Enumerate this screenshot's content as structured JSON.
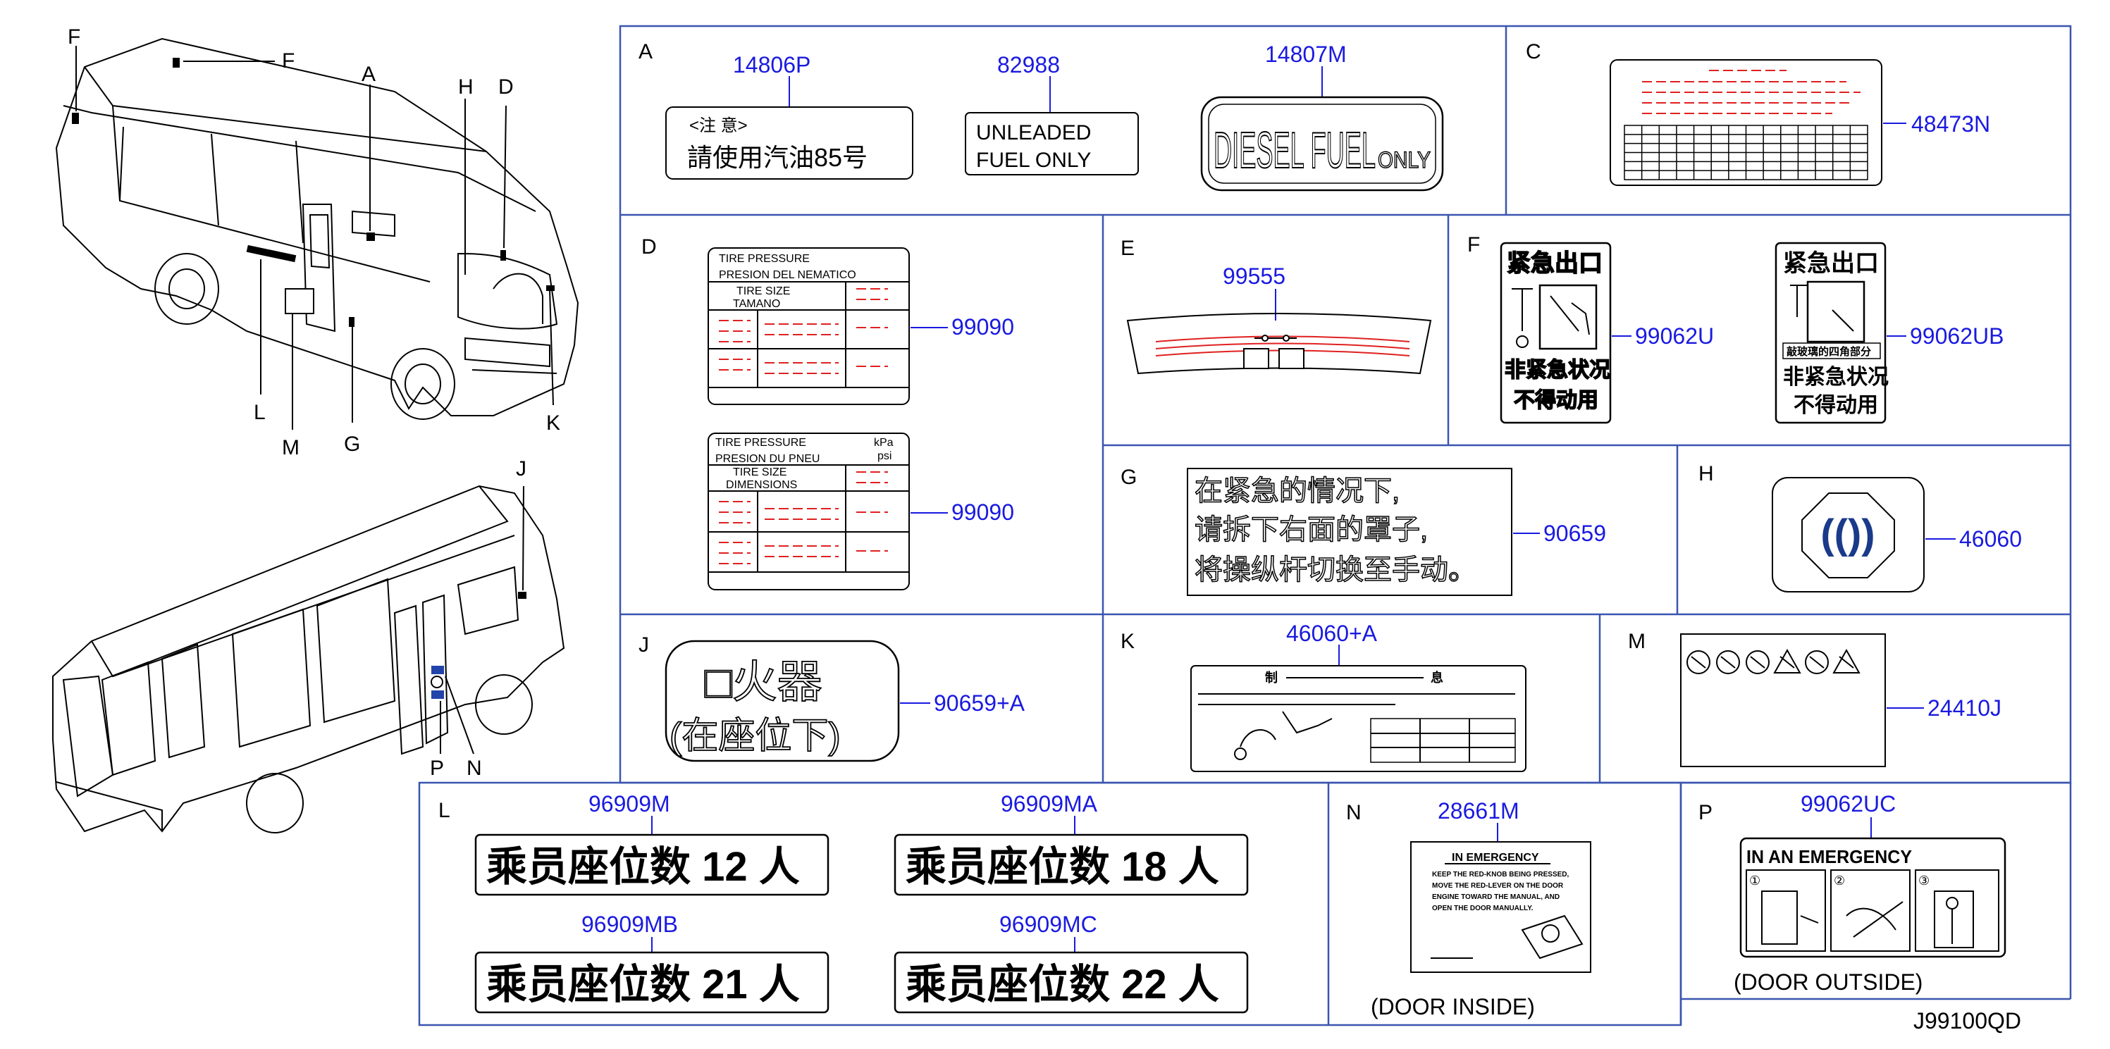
{
  "diagram_code": "J99100QD",
  "vehicle_callouts": [
    "F",
    "F",
    "A",
    "H",
    "D",
    "L",
    "M",
    "G",
    "K",
    "J",
    "P",
    "N"
  ],
  "panels": {
    "A": {
      "letter": "A",
      "parts": [
        "14806P",
        "82988",
        "14807M"
      ],
      "label_14806P": {
        "line1": "<注 意>",
        "line2": "請使用汽油85号"
      },
      "label_82988": {
        "line1": "UNLEADED",
        "line2": "FUEL   ONLY"
      },
      "label_14807M": {
        "main": "DIESEL FUEL",
        "small": "ONLY"
      }
    },
    "C": {
      "letter": "C",
      "part": "48473N"
    },
    "D": {
      "letter": "D",
      "part1": "99090",
      "part2": "99090",
      "label1": {
        "l1": "TIRE   PRESSURE",
        "l2": "PRESION   DEL   NEMATICO",
        "l3": "TIRE    SIZE",
        "l4": "TAMANO"
      },
      "label2": {
        "l1": "TIRE    PRESSURE",
        "kpa": "kPa",
        "l2": "PRESION     DU     PNEU",
        "psi": "psi",
        "l3": "TIRE    SIZE",
        "l4": "DIMENSIONS"
      }
    },
    "E": {
      "letter": "E",
      "part": "99555"
    },
    "F": {
      "letter": "F",
      "part1": "99062U",
      "part2": "99062UB",
      "label1": {
        "top": "紧急出口",
        "b1": "非紧急状况",
        "b2": "不得动用"
      },
      "label2": {
        "top": "紧急出口",
        "mid": "敲玻璃的四角部分",
        "b1": "非紧急状况",
        "b2": "不得动用"
      }
    },
    "G": {
      "letter": "G",
      "part": "90659",
      "lines": [
        "在紧急的情况下,",
        "请拆下右面的罩子,",
        "将操纵杆切换至手动。"
      ]
    },
    "H": {
      "letter": "H",
      "part": "46060",
      "symbol": "(())"
    },
    "J": {
      "letter": "J",
      "part": "90659+A",
      "l1": "□火器",
      "l2": "(在座位下)"
    },
    "K": {
      "letter": "K",
      "part": "46060+A",
      "t1": "制",
      "t2": "息"
    },
    "M": {
      "letter": "M",
      "part": "24410J"
    },
    "L": {
      "letter": "L",
      "labels": [
        {
          "part": "96909M",
          "text": "乘员座位数 12 人"
        },
        {
          "part": "96909MA",
          "text": "乘员座位数 18 人"
        },
        {
          "part": "96909MB",
          "text": "乘员座位数 21 人"
        },
        {
          "part": "96909MC",
          "text": "乘员座位数 22 人"
        }
      ]
    },
    "N": {
      "letter": "N",
      "part": "28661M",
      "title": "IN  EMERGENCY",
      "lines": [
        "KEEP THE RED-KNOB BEING PRESSED,",
        "MOVE THE RED-LEVER ON THE DOOR",
        "ENGINE TOWARD THE MANUAL, AND",
        "OPEN THE DOOR MANUALLY."
      ],
      "caption": "(DOOR   INSIDE)"
    },
    "P": {
      "letter": "P",
      "part": "99062UC",
      "title": "IN AN EMERGENCY",
      "steps": [
        "①",
        "②",
        "③"
      ],
      "caption": "(DOOR   OUTSIDE)"
    }
  }
}
